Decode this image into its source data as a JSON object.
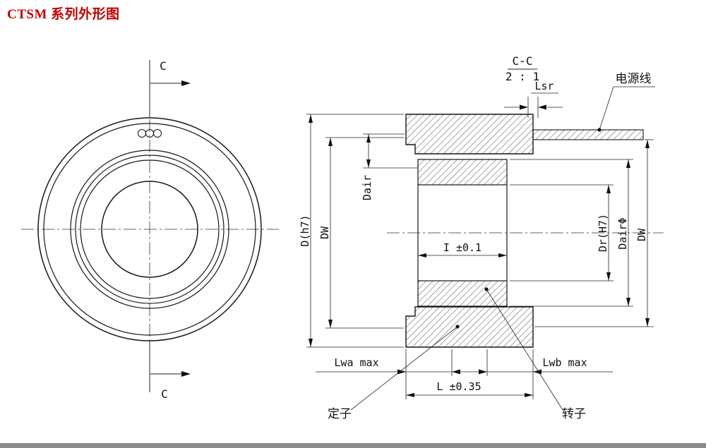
{
  "title": "CTSM 系列外形图",
  "colors": {
    "title_red": "#c00000",
    "ink": "#161616",
    "bottom_bar": "#8a8a8a"
  },
  "front_view": {
    "section_arrow_top_label": "C",
    "section_arrow_bottom_label": "C"
  },
  "section_view": {
    "header": {
      "section_name": "C-C",
      "scale": "2 : 1"
    },
    "dims": {
      "lsr": "Lsr",
      "outer_dia": "D(h7)",
      "dw_left": "DW",
      "dair_left": "Dair",
      "rotor_length": "I ±0.1",
      "rotor_bore": "Dr(H7)",
      "dair_phi": "DairΦ",
      "dw_right": "DW",
      "lwa": "Lwa max",
      "lwb": "Lwb max",
      "overall_length": "L ±0.35"
    },
    "callouts": {
      "power_cable": "电源线",
      "stator": "定子",
      "rotor": "转子"
    }
  }
}
